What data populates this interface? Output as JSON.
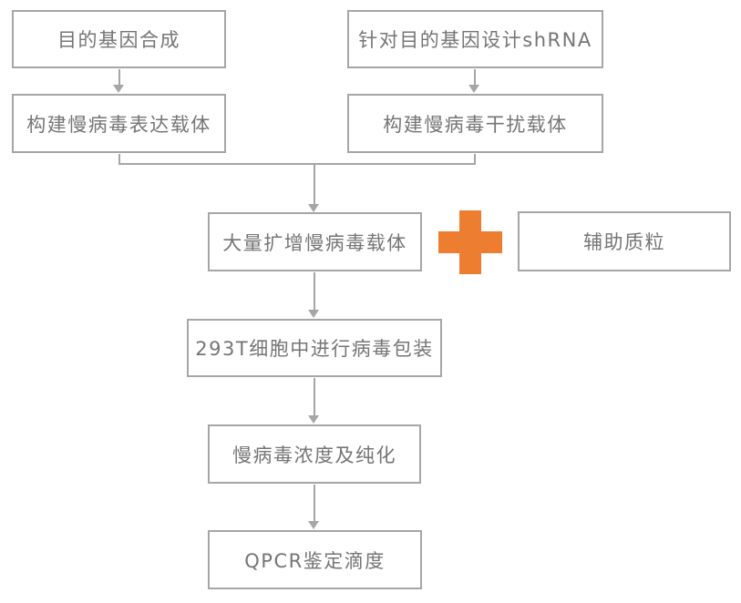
{
  "diagram": {
    "title": "Lentivirus packaging workflow flowchart",
    "colors": {
      "background": "#ffffff",
      "box_border": "#a6a6a6",
      "connector": "#a6a6a6",
      "text": "#757575",
      "plus_accent": "#ED7D31"
    },
    "nodes": {
      "gene_synthesis": {
        "label": "目的基因合成"
      },
      "shrna_design": {
        "label": "针对目的基因设计shRNA"
      },
      "expression_vector": {
        "label": "构建慢病毒表达载体"
      },
      "interference_vector": {
        "label": "构建慢病毒干扰载体"
      },
      "amplify_vector": {
        "label": "大量扩增慢病毒载体"
      },
      "helper_plasmid": {
        "label": "辅助质粒"
      },
      "packaging_293t": {
        "label": "293T细胞中进行病毒包装"
      },
      "concentrate_purify": {
        "label": "慢病毒浓度及纯化"
      },
      "qpcr_titer": {
        "label": "QPCR鉴定滴度"
      }
    },
    "operator": {
      "symbol": "plus",
      "between": [
        "amplify_vector",
        "helper_plasmid"
      ]
    },
    "edges": [
      {
        "from": "gene_synthesis",
        "to": "expression_vector",
        "type": "arrow"
      },
      {
        "from": "shrna_design",
        "to": "interference_vector",
        "type": "arrow"
      },
      {
        "from": "expression_vector",
        "to": "amplify_vector",
        "type": "elbow-merge-arrow"
      },
      {
        "from": "interference_vector",
        "to": "amplify_vector",
        "type": "elbow-merge-arrow"
      },
      {
        "from": "amplify_vector",
        "to": "packaging_293t",
        "type": "arrow"
      },
      {
        "from": "packaging_293t",
        "to": "concentrate_purify",
        "type": "arrow"
      },
      {
        "from": "concentrate_purify",
        "to": "qpcr_titer",
        "type": "arrow"
      }
    ]
  }
}
